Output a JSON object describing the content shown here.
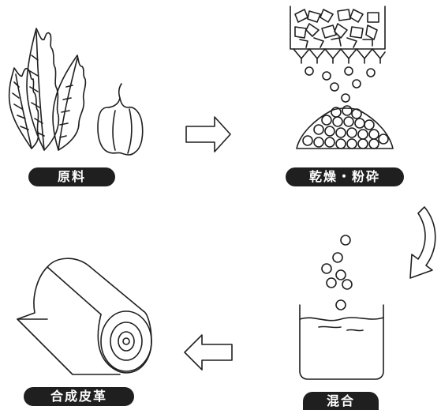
{
  "steps": {
    "raw": {
      "label": "原料"
    },
    "dry": {
      "label": "乾燥・粉砕"
    },
    "mix": {
      "label": "混合"
    },
    "leather": {
      "label": "合成皮革"
    }
  },
  "colors": {
    "ink": "#1f1f1f",
    "label_bg": "#1f1f1f",
    "label_text": "#ffffff",
    "background": "#ffffff"
  }
}
